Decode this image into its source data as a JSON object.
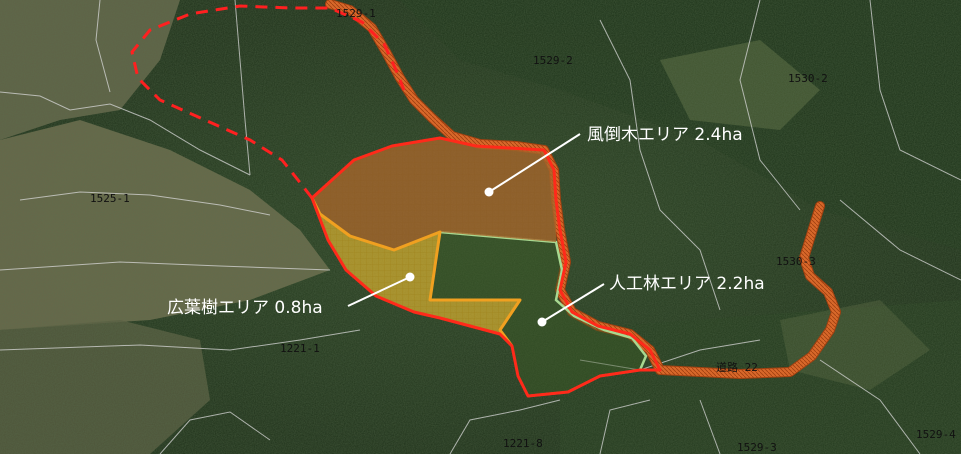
{
  "map": {
    "areas": [
      {
        "id": "windfall",
        "label": "風倒木エリア 2.4ha",
        "fill": "#b5763a",
        "outline": "#ff2a1a"
      },
      {
        "id": "broadleaf",
        "label": "広葉樹エリア 0.8ha",
        "fill": "#e6c23a",
        "outline": "#f0a020"
      },
      {
        "id": "plantation",
        "label": "人工林エリア 2.2ha",
        "fill": "#4a6a30",
        "outline": "#a8d890"
      }
    ],
    "lot_numbers": [
      "1529-1",
      "1529-2",
      "1530-2",
      "1525-1",
      "1530-3",
      "1221-1",
      "道路 22",
      "1221-8",
      "1529-3",
      "1529-4"
    ],
    "colors": {
      "boundary_dashed": "#ff2020",
      "road": "#e0702a",
      "parcel_lines": "#d8d8d8",
      "leader_line": "#ffffff"
    }
  }
}
